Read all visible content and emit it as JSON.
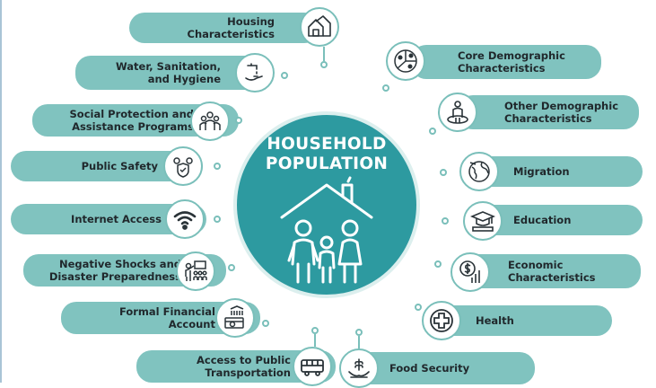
{
  "center": {
    "title_line1": "HOUSEHOLD",
    "title_line2": "POPULATION",
    "icon": "family-house-icon"
  },
  "left_items": [
    {
      "label": "Housing\nCharacteristics",
      "icon": "houses-icon"
    },
    {
      "label": "Water, Sanitation,\nand Hygiene",
      "icon": "faucet-hand-icon"
    },
    {
      "label": "Social Protection and\nAssistance Programs",
      "icon": "group-people-icon"
    },
    {
      "label": "Public Safety",
      "icon": "shield-people-icon"
    },
    {
      "label": "Internet Access",
      "icon": "wifi-icon"
    },
    {
      "label": "Negative Shocks and\nDisaster Preparedness",
      "icon": "people-presentation-icon"
    },
    {
      "label": "Formal Financial\nAccount",
      "icon": "bank-card-icon"
    },
    {
      "label": "Access to Public\nTransportation",
      "icon": "bus-icon"
    }
  ],
  "right_items": [
    {
      "label": "Core Demographic\nCharacteristics",
      "icon": "demographics-pie-icon"
    },
    {
      "label": "Other Demographic\nCharacteristics",
      "icon": "person-globe-icon"
    },
    {
      "label": "Migration",
      "icon": "globe-travel-icon"
    },
    {
      "label": "Education",
      "icon": "graduation-cap-icon"
    },
    {
      "label": "Economic\nCharacteristics",
      "icon": "dollar-chart-icon"
    },
    {
      "label": "Health",
      "icon": "medical-cross-icon"
    },
    {
      "label": "Food Security",
      "icon": "hand-wheat-icon"
    }
  ],
  "colors": {
    "accent": "#2d9aa0",
    "pill": "#80c3bf",
    "outline": "#7abfba"
  }
}
